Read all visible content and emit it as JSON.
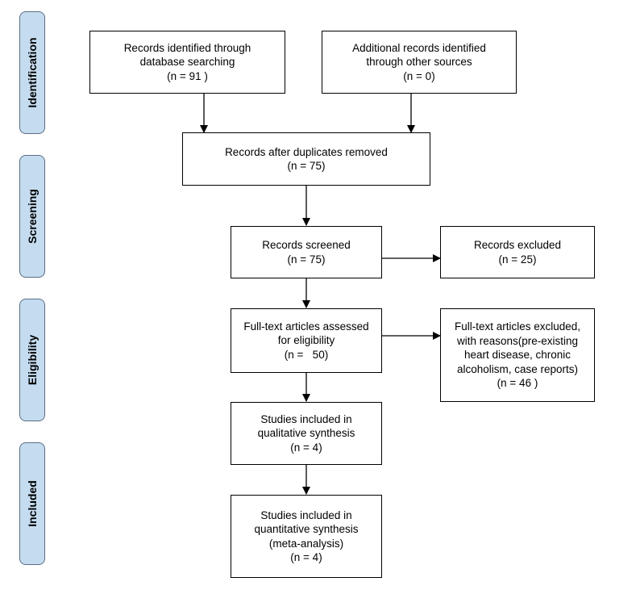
{
  "stages": [
    {
      "id": "identification",
      "label": "Identification"
    },
    {
      "id": "screening",
      "label": "Screening"
    },
    {
      "id": "eligibility",
      "label": "Eligibility"
    },
    {
      "id": "included",
      "label": "Included"
    }
  ],
  "boxes": {
    "db_search": [
      "Records identified through",
      "database searching",
      "(n = 91 )"
    ],
    "other_sources": [
      "Additional records identified",
      "through other sources",
      "(n = 0)"
    ],
    "after_duplicates": [
      "Records after duplicates removed",
      "(n = 75)"
    ],
    "screened": [
      "Records screened",
      "(n = 75)"
    ],
    "excluded": [
      "Records excluded",
      "(n = 25)"
    ],
    "fulltext_assessed": [
      "Full-text articles assessed",
      "for eligibility",
      "(n =   50)"
    ],
    "fulltext_excluded": [
      "Full-text articles excluded,",
      "with reasons(pre-existing",
      "heart disease, chronic",
      "alcoholism, case reports)",
      "(n = 46 )"
    ],
    "qualitative": [
      "Studies included in",
      "qualitative synthesis",
      "(n = 4)"
    ],
    "quantitative": [
      "Studies included in",
      "quantitative synthesis",
      "(meta-analysis)",
      "(n = 4)"
    ]
  }
}
